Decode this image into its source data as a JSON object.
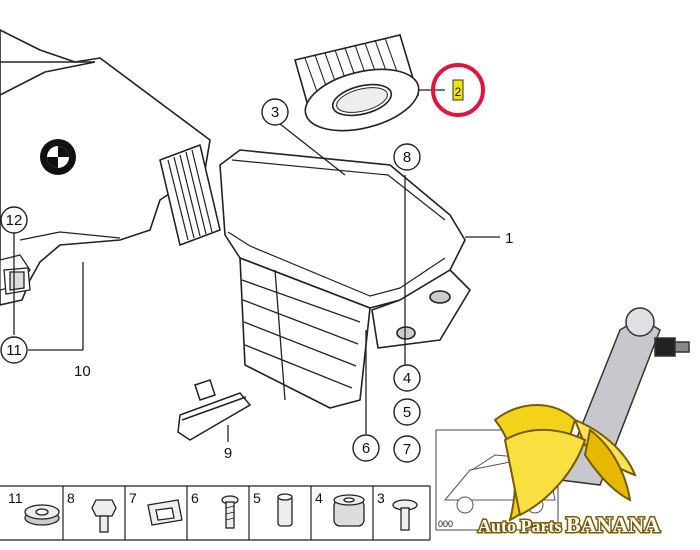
{
  "diagram": {
    "callouts": {
      "c1": "1",
      "c2": "2",
      "c3": "3",
      "c4": "4",
      "c5": "5",
      "c6": "6",
      "c7": "7",
      "c8": "8",
      "c9": "9",
      "c10": "10",
      "c11": "11",
      "c12": "12"
    },
    "highlight_color": "#e0143c",
    "icons": [
      "bmw-logo-icon"
    ]
  },
  "parts_strip": {
    "labels": [
      "11",
      "8",
      "7",
      "6",
      "5",
      "4",
      "3"
    ],
    "doc_code": "000"
  },
  "watermark": {
    "text_a": "Auto Parts ",
    "text_b": "BANANA"
  }
}
